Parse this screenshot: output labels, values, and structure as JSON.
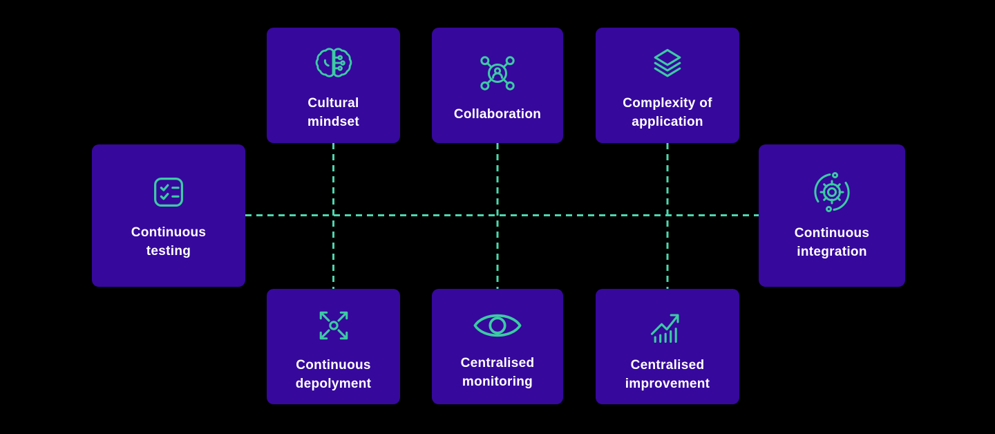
{
  "diagram": {
    "background_color": "#000000",
    "card_color": "#36089C",
    "icon_color": "#3CCBA4",
    "connector_color": "#4CD7AD",
    "text_color": "#FFFFFF",
    "connector_style": "dashed"
  },
  "cards": [
    {
      "id": "cultural-mindset",
      "icon": "brain-circuit-icon",
      "lines": [
        "Cultural",
        "mindset"
      ]
    },
    {
      "id": "collaboration",
      "icon": "network-people-icon",
      "lines": [
        "Collaboration"
      ]
    },
    {
      "id": "complexity-of-application",
      "icon": "layers-icon",
      "lines": [
        "Complexity of",
        "application"
      ]
    },
    {
      "id": "continuous-testing",
      "icon": "checklist-icon",
      "lines": [
        "Continuous",
        "testing"
      ]
    },
    {
      "id": "continuous-integration",
      "icon": "gear-sync-icon",
      "lines": [
        "Continuous",
        "integration"
      ]
    },
    {
      "id": "continuous-depolyment",
      "icon": "expand-arrows-icon",
      "lines": [
        "Continuous",
        "depolyment"
      ]
    },
    {
      "id": "centralised-monitoring",
      "icon": "eye-icon",
      "lines": [
        "Centralised",
        "monitoring"
      ]
    },
    {
      "id": "centralised-improvement",
      "icon": "growth-chart-icon",
      "lines": [
        "Centralised",
        "improvement"
      ]
    }
  ]
}
